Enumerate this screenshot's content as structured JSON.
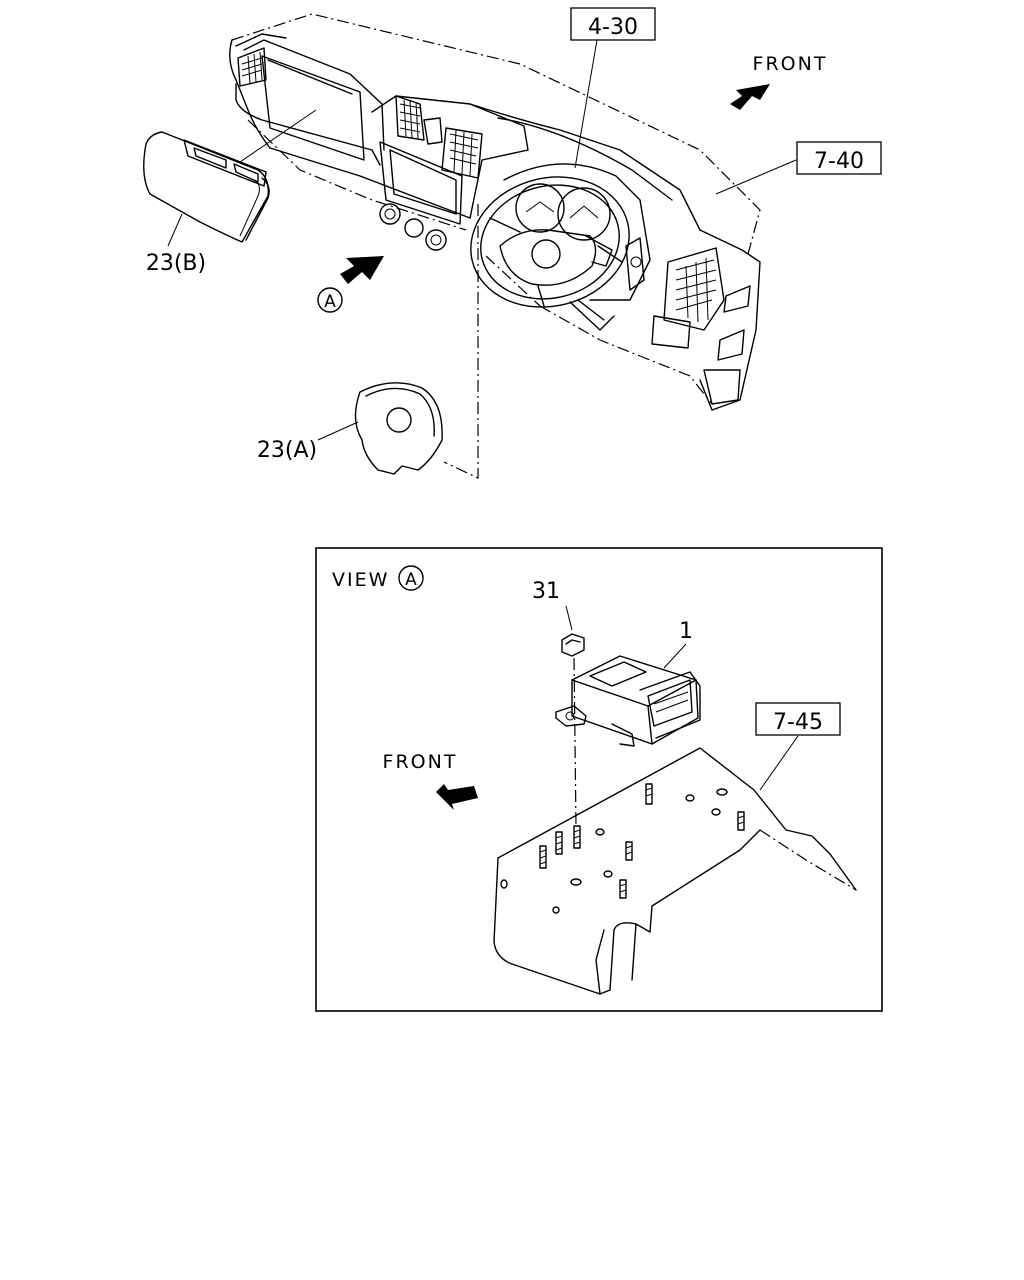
{
  "labels": {
    "dashboard_ref": "7-40",
    "steering_ref": "4-30",
    "front_top": "FRONT",
    "front_view": "FRONT",
    "passenger_airbag": "23(B)",
    "driver_airbag": "23(A)",
    "view_marker": "A",
    "view_title": "VIEW",
    "view_title_marker": "A",
    "nut": "31",
    "sensor": "1",
    "bracket_ref": "7-45"
  }
}
